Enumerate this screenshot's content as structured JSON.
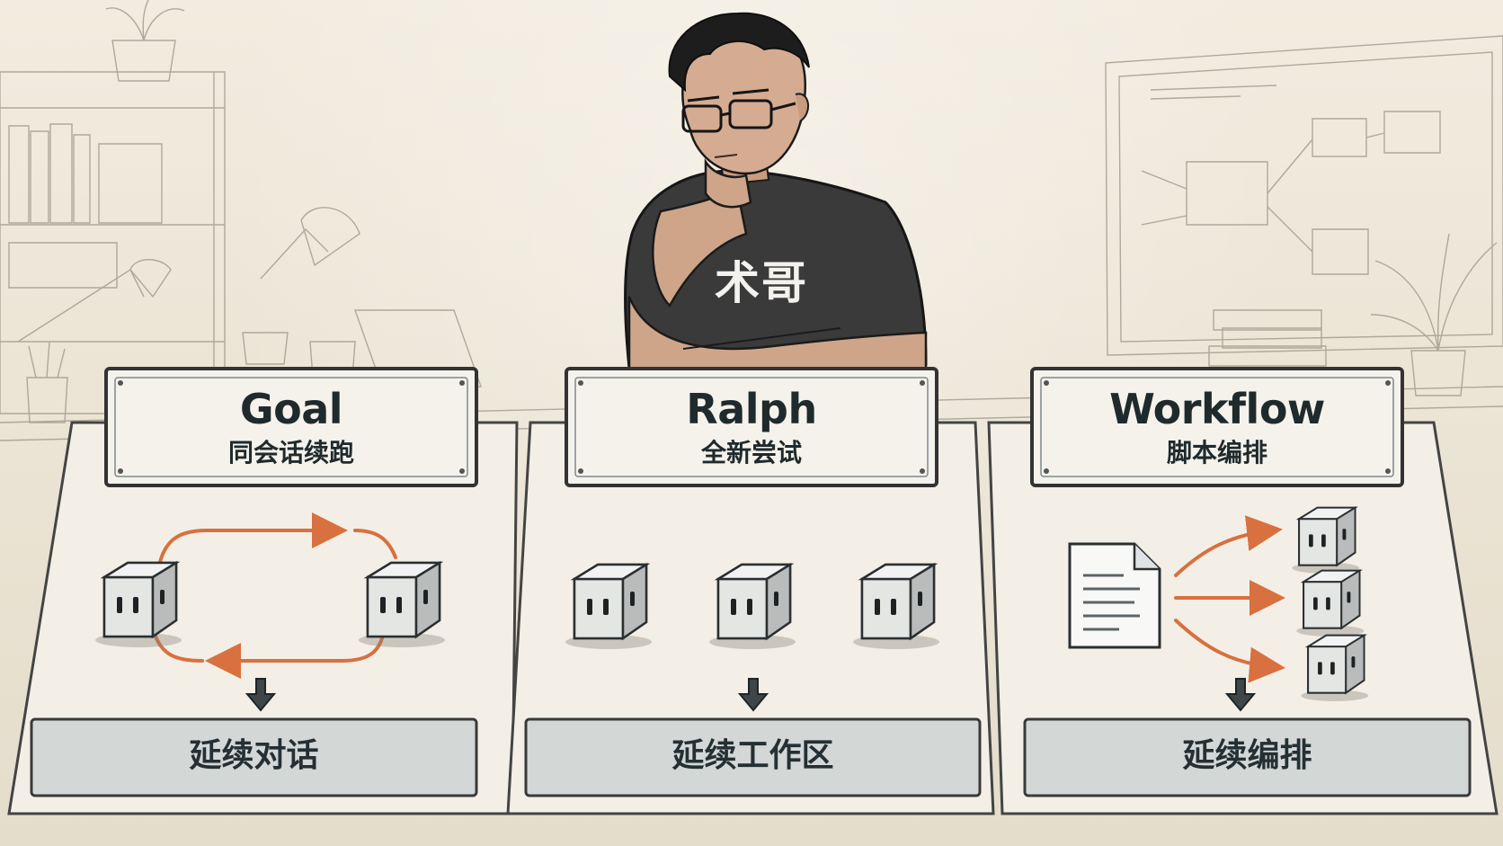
{
  "person": {
    "shirt_text": "术哥"
  },
  "panels": [
    {
      "title": "Goal",
      "subtitle": "同会话续跑",
      "result": "延续对话"
    },
    {
      "title": "Ralph",
      "subtitle": "全新尝试",
      "result": "延续工作区"
    },
    {
      "title": "Workflow",
      "subtitle": "脚本编排",
      "result": "延续编排"
    }
  ],
  "colors": {
    "background": "#efe8da",
    "panel_fill": "#f3efe6",
    "header_fill": "#f5f2ec",
    "result_fill": "#d3d7d6",
    "accent_arrow": "#d8703f",
    "ink": "#1f2a2c",
    "shirt": "#3b3b3b"
  },
  "icons": {
    "agent_cube": "cube-agent-icon",
    "document": "document-icon",
    "down_arrow": "arrow-down-icon",
    "loop_arrow": "loop-arrow-icon",
    "fan_arrow": "fan-out-arrow-icon"
  }
}
